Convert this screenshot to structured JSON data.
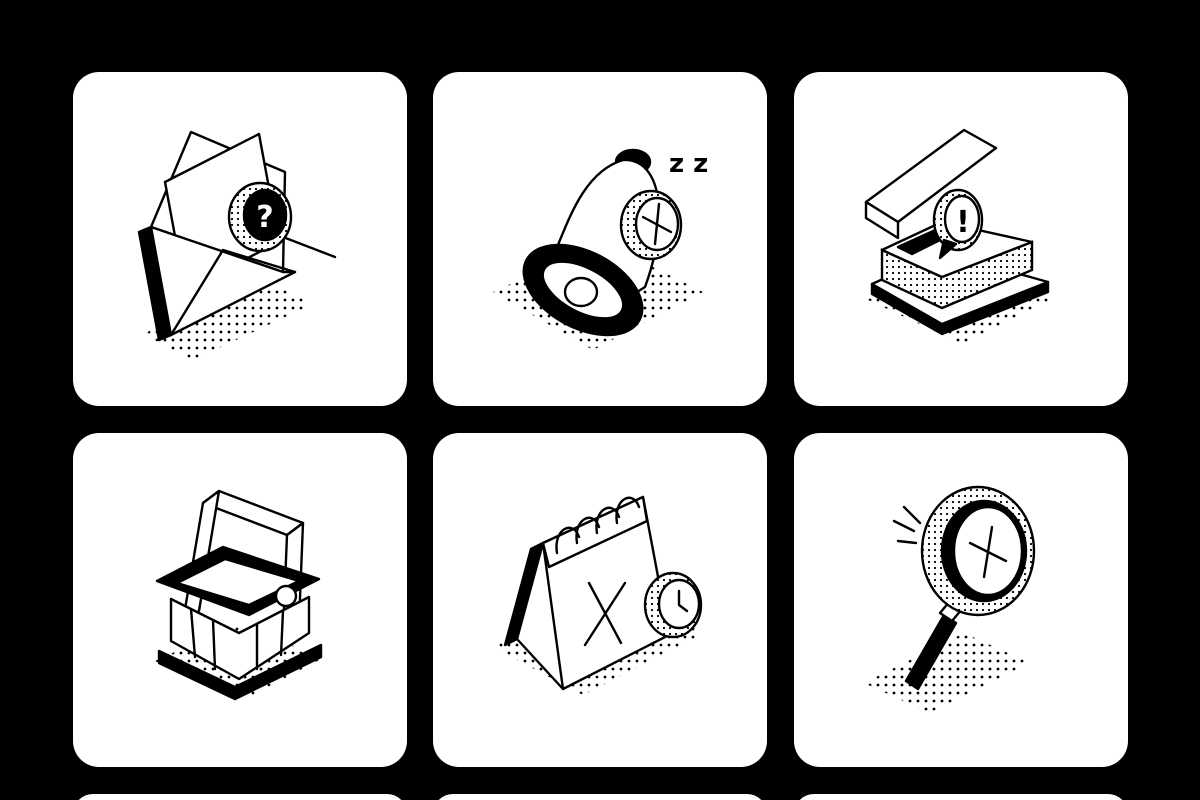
{
  "colors": {
    "background": "#000000",
    "tile": "#ffffff",
    "ink": "#000000"
  },
  "grid": {
    "columns": 3,
    "visible_rows": 3
  },
  "tiles": [
    {
      "icon": "envelope-search-question-icon",
      "glyph": "?"
    },
    {
      "icon": "bell-snooze-cancel-icon",
      "glyph": "z z"
    },
    {
      "icon": "open-box-alert-icon",
      "glyph": "!"
    },
    {
      "icon": "shopping-basket-icon"
    },
    {
      "icon": "desk-calendar-clock-icon"
    },
    {
      "icon": "magnifier-no-results-icon"
    },
    {
      "icon": "partial-tile"
    },
    {
      "icon": "partial-tile"
    },
    {
      "icon": "partial-tile"
    }
  ]
}
